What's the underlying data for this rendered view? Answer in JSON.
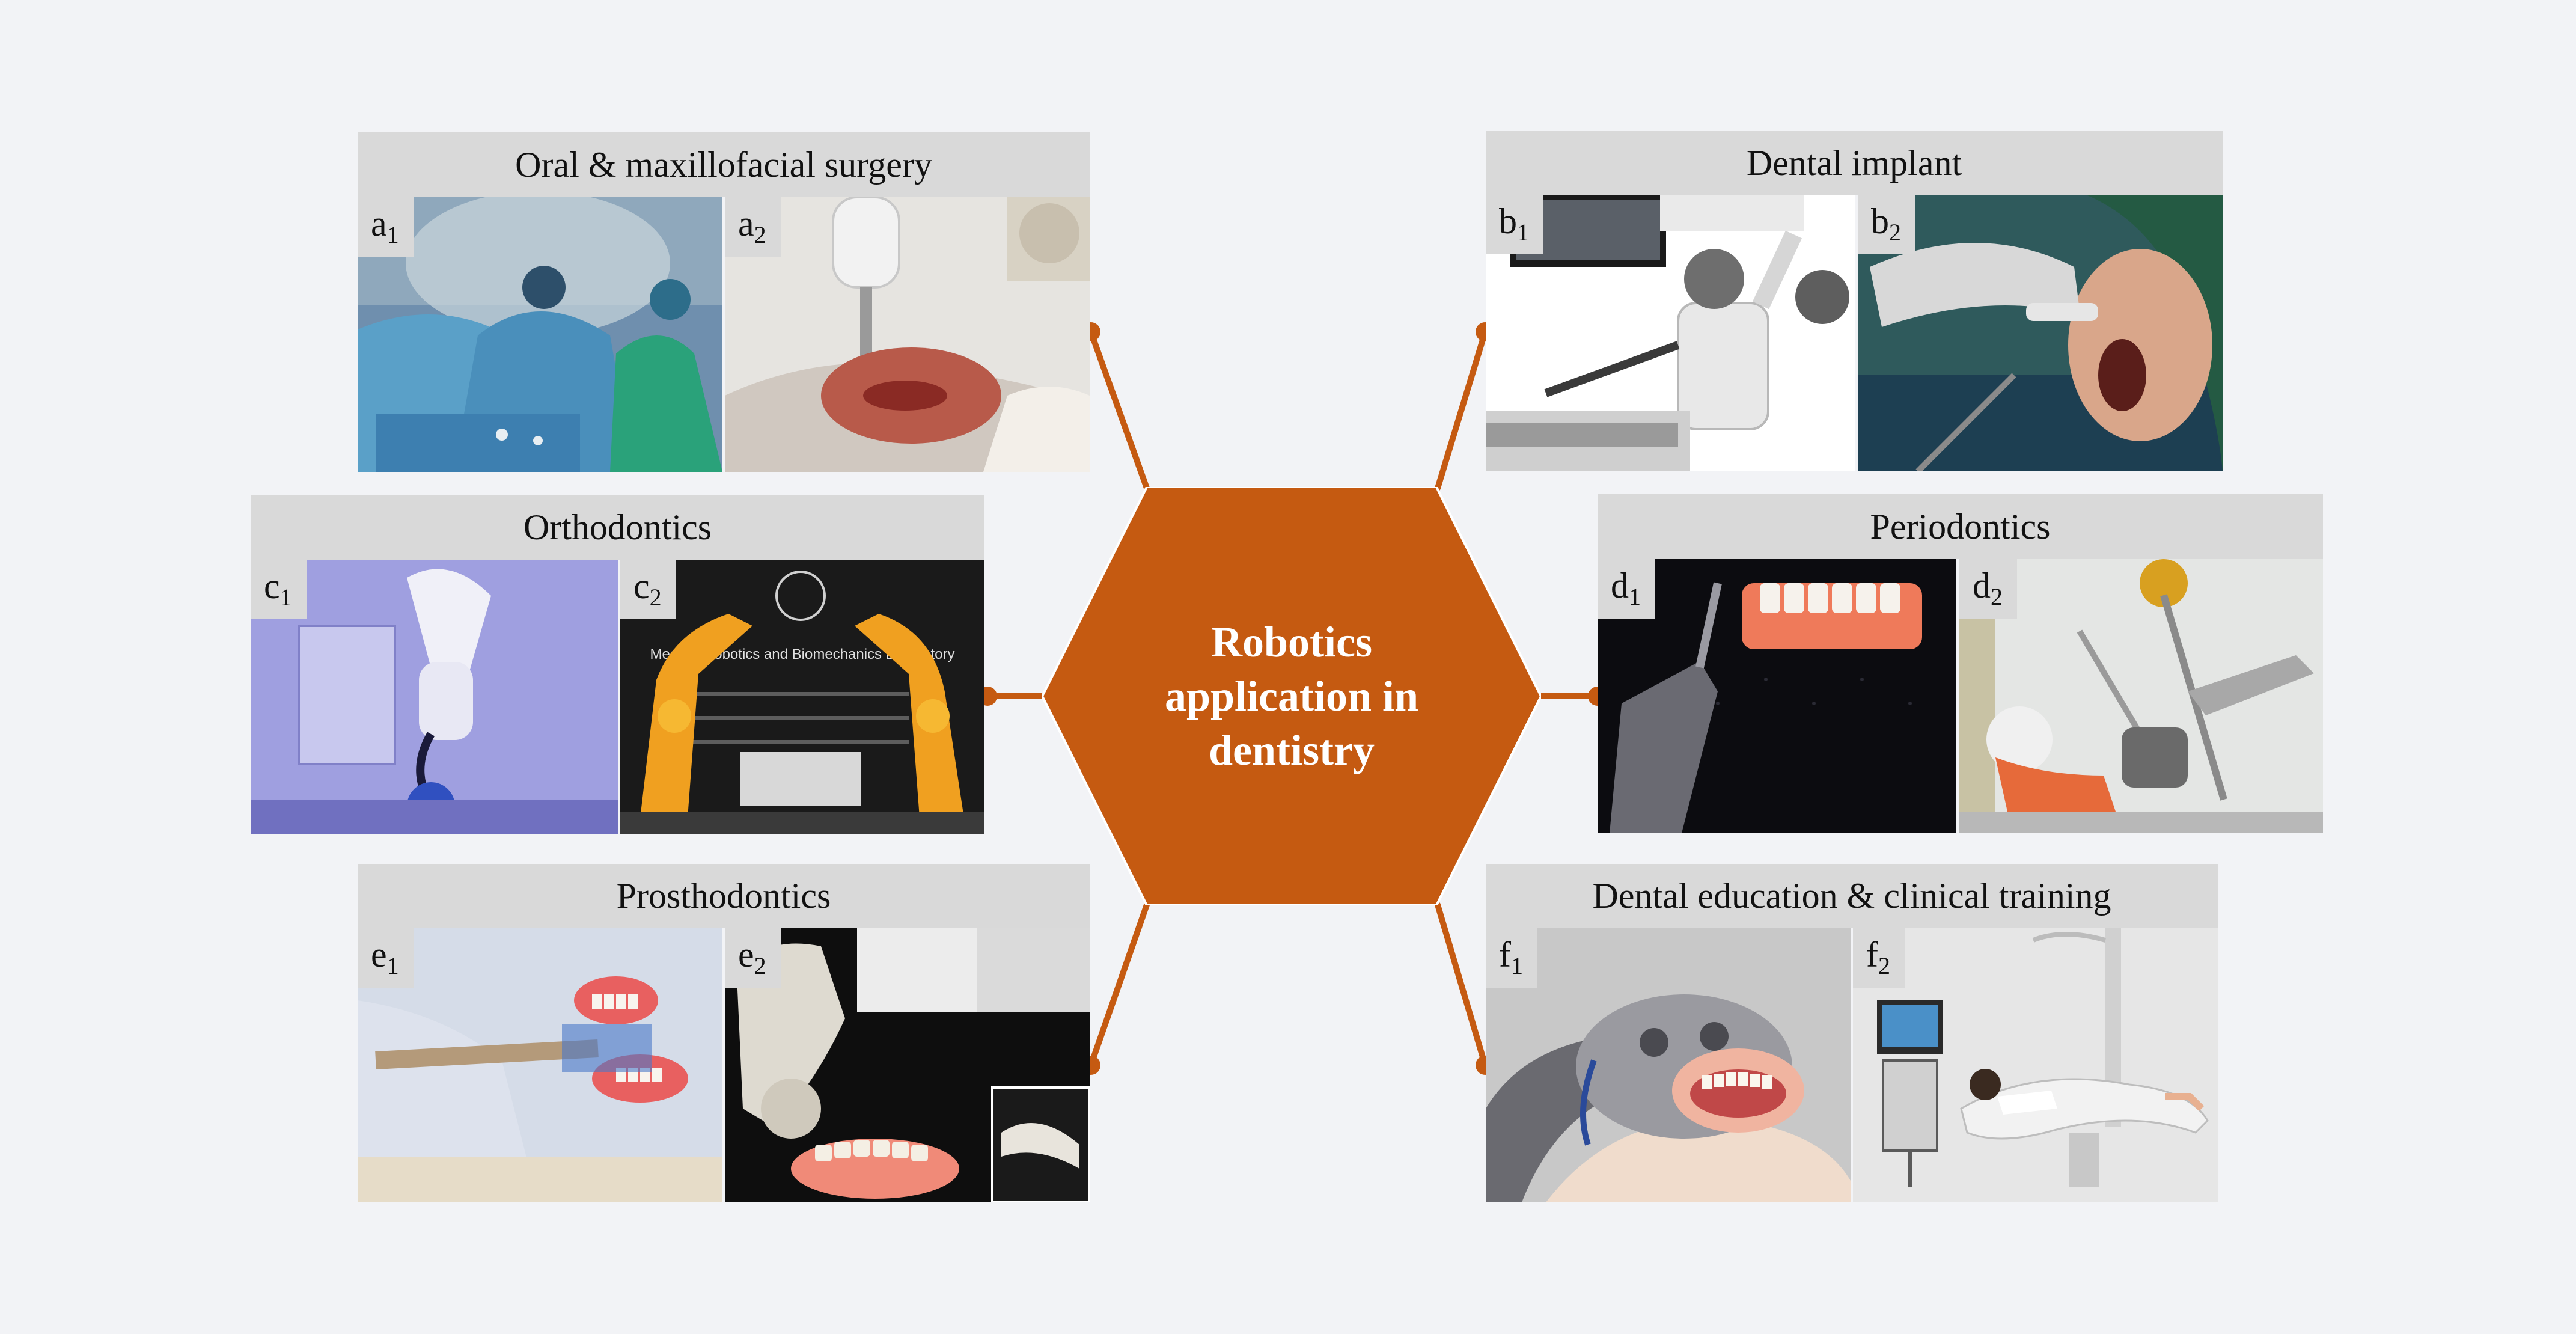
{
  "hub": {
    "title": "Robotics application in dentistry",
    "color": "#c55a11"
  },
  "connector_color": "#c55a11",
  "panels": [
    {
      "title": "Oral & maxillofacial surgery",
      "photos": [
        {
          "letter": "a",
          "index": "1"
        },
        {
          "letter": "a",
          "index": "2"
        }
      ]
    },
    {
      "title": "Dental implant",
      "photos": [
        {
          "letter": "b",
          "index": "1"
        },
        {
          "letter": "b",
          "index": "2"
        }
      ]
    },
    {
      "title": "Orthodontics",
      "photos": [
        {
          "letter": "c",
          "index": "1"
        },
        {
          "letter": "c",
          "index": "2"
        }
      ]
    },
    {
      "title": "Periodontics",
      "photos": [
        {
          "letter": "d",
          "index": "1"
        },
        {
          "letter": "d",
          "index": "2"
        }
      ]
    },
    {
      "title": "Prosthodontics",
      "photos": [
        {
          "letter": "e",
          "index": "1"
        },
        {
          "letter": "e",
          "index": "2"
        }
      ]
    },
    {
      "title": "Dental education & clinical training",
      "photos": [
        {
          "letter": "f",
          "index": "1"
        },
        {
          "letter": "f",
          "index": "2"
        }
      ]
    }
  ],
  "photo_logo_text": "Medical Robotics and Biomechanics Laboratory"
}
